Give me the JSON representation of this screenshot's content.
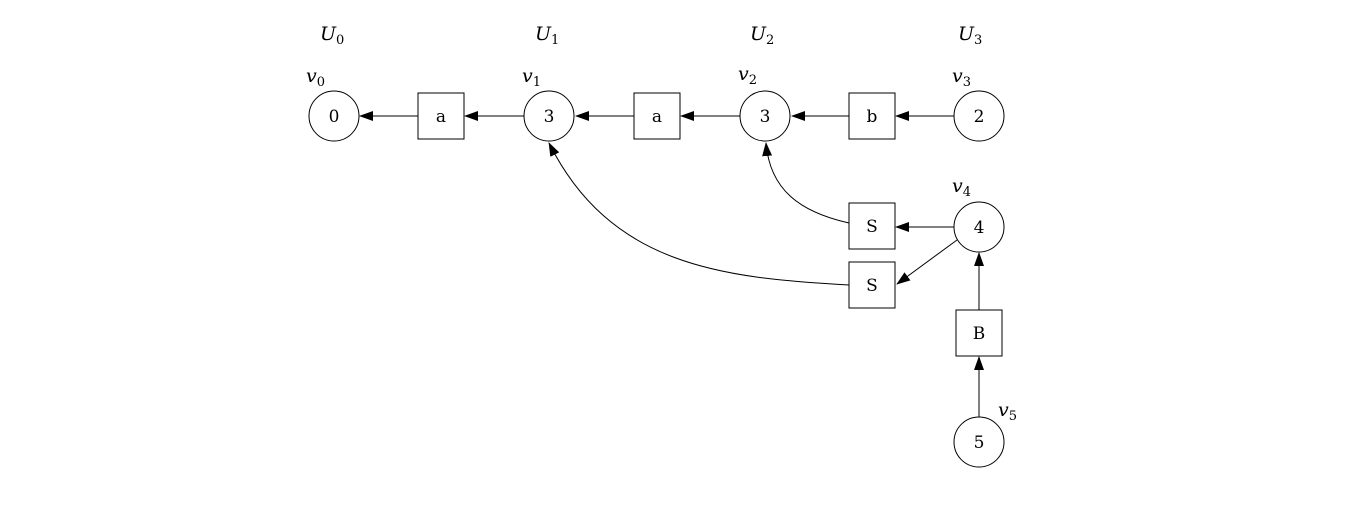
{
  "diagram": {
    "column_labels": [
      {
        "name": "U",
        "sub": "0"
      },
      {
        "name": "U",
        "sub": "1"
      },
      {
        "name": "U",
        "sub": "2"
      },
      {
        "name": "U",
        "sub": "3"
      }
    ],
    "vertices": [
      {
        "id": "v0",
        "name": "v",
        "sub": "0",
        "value": "0"
      },
      {
        "id": "v1",
        "name": "v",
        "sub": "1",
        "value": "3"
      },
      {
        "id": "v2",
        "name": "v",
        "sub": "2",
        "value": "3"
      },
      {
        "id": "v3",
        "name": "v",
        "sub": "3",
        "value": "2"
      },
      {
        "id": "v4",
        "name": "v",
        "sub": "4",
        "value": "4"
      },
      {
        "id": "v5",
        "name": "v",
        "sub": "5",
        "value": "5"
      }
    ],
    "boxes": [
      {
        "id": "b_a1",
        "label": "a"
      },
      {
        "id": "b_a2",
        "label": "a"
      },
      {
        "id": "b_b",
        "label": "b"
      },
      {
        "id": "b_S1",
        "label": "S"
      },
      {
        "id": "b_S2",
        "label": "S"
      },
      {
        "id": "b_B",
        "label": "B"
      }
    ],
    "edges": [
      {
        "from": "v1",
        "via": "b_a1",
        "to": "v0"
      },
      {
        "from": "v2",
        "via": "b_a2",
        "to": "v1"
      },
      {
        "from": "v3",
        "via": "b_b",
        "to": "v2"
      },
      {
        "from": "v4",
        "via": "b_S1",
        "to": "v2"
      },
      {
        "from": "v4",
        "via": "b_S2",
        "to": "v1"
      },
      {
        "from": "v5",
        "via": "b_B",
        "to": "v4"
      }
    ]
  }
}
